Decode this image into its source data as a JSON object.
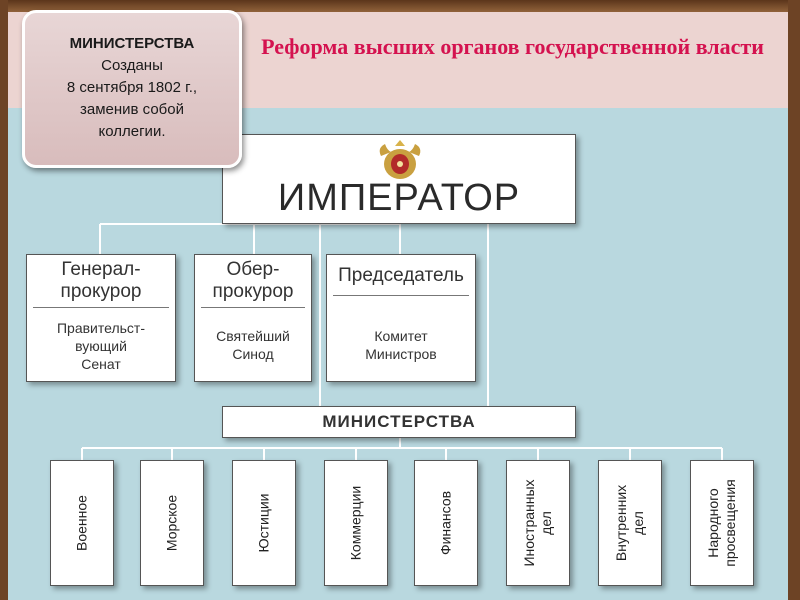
{
  "title": "Реформа высших органов государственной власти",
  "note": {
    "lines": [
      "МИНИСТЕРСТВА",
      "Созданы",
      "8 сентября 1802 г.,",
      "заменив собой",
      "коллегии."
    ]
  },
  "emperor": {
    "label": "ИМПЕРАТОР"
  },
  "offices": [
    {
      "head": [
        "Генерал-",
        "прокурор"
      ],
      "body": [
        "Правительст-",
        "вующий",
        "Сенат"
      ]
    },
    {
      "head": [
        "Обер-",
        "прокурор"
      ],
      "body": [
        "Святейший",
        "Синод"
      ]
    },
    {
      "head": [
        "Председатель"
      ],
      "body": [
        "Комитет",
        "Министров"
      ]
    }
  ],
  "ministries": {
    "label": "МИНИСТЕРСТВА",
    "items": [
      [
        "Военное"
      ],
      [
        "Морское"
      ],
      [
        "Юстиции"
      ],
      [
        "Коммерции"
      ],
      [
        "Финансов"
      ],
      [
        "Иностранных",
        "дел"
      ],
      [
        "Внутренних",
        "дел"
      ],
      [
        "Народного",
        "просвещения"
      ]
    ]
  },
  "colors": {
    "title": "#d4124f",
    "panel": "#b9d8df",
    "header": "#ecd4d1",
    "frame": "#6d4325",
    "line": "#ffffff"
  },
  "icons": {
    "emblem": "double-headed-eagle-icon"
  }
}
